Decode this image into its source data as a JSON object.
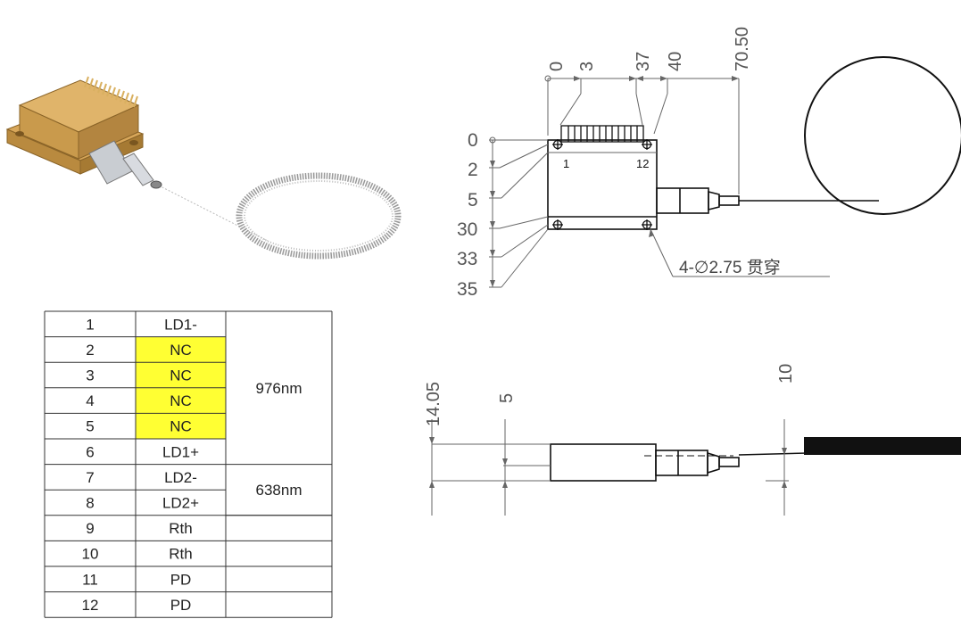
{
  "top_view": {
    "x_dims": [
      "0",
      "3",
      "37",
      "40",
      "70.50"
    ],
    "y_dims": [
      "0",
      "2",
      "5",
      "30",
      "33",
      "35"
    ],
    "pin_first": "1",
    "pin_last": "12",
    "hole_note": "4-∅2.75 贯穿"
  },
  "side_view": {
    "dims": [
      "14.05",
      "5",
      "10"
    ]
  },
  "pin_table": {
    "rows": [
      {
        "pin": "1",
        "func": "LD1-",
        "highlight": false
      },
      {
        "pin": "2",
        "func": "NC",
        "highlight": true
      },
      {
        "pin": "3",
        "func": "NC",
        "highlight": true
      },
      {
        "pin": "4",
        "func": "NC",
        "highlight": true
      },
      {
        "pin": "5",
        "func": "NC",
        "highlight": true
      },
      {
        "pin": "6",
        "func": "LD1+",
        "highlight": false
      },
      {
        "pin": "7",
        "func": "LD2-",
        "highlight": false
      },
      {
        "pin": "8",
        "func": "LD2+",
        "highlight": false
      },
      {
        "pin": "9",
        "func": "Rth",
        "highlight": false
      },
      {
        "pin": "10",
        "func": "Rth",
        "highlight": false
      },
      {
        "pin": "11",
        "func": "PD",
        "highlight": false
      },
      {
        "pin": "12",
        "func": "PD",
        "highlight": false
      }
    ],
    "groups": [
      {
        "label": "976nm",
        "first_row": 1,
        "last_row": 6
      },
      {
        "label": "638nm",
        "first_row": 7,
        "last_row": 8
      }
    ],
    "highlight_color": "#ffff33"
  }
}
